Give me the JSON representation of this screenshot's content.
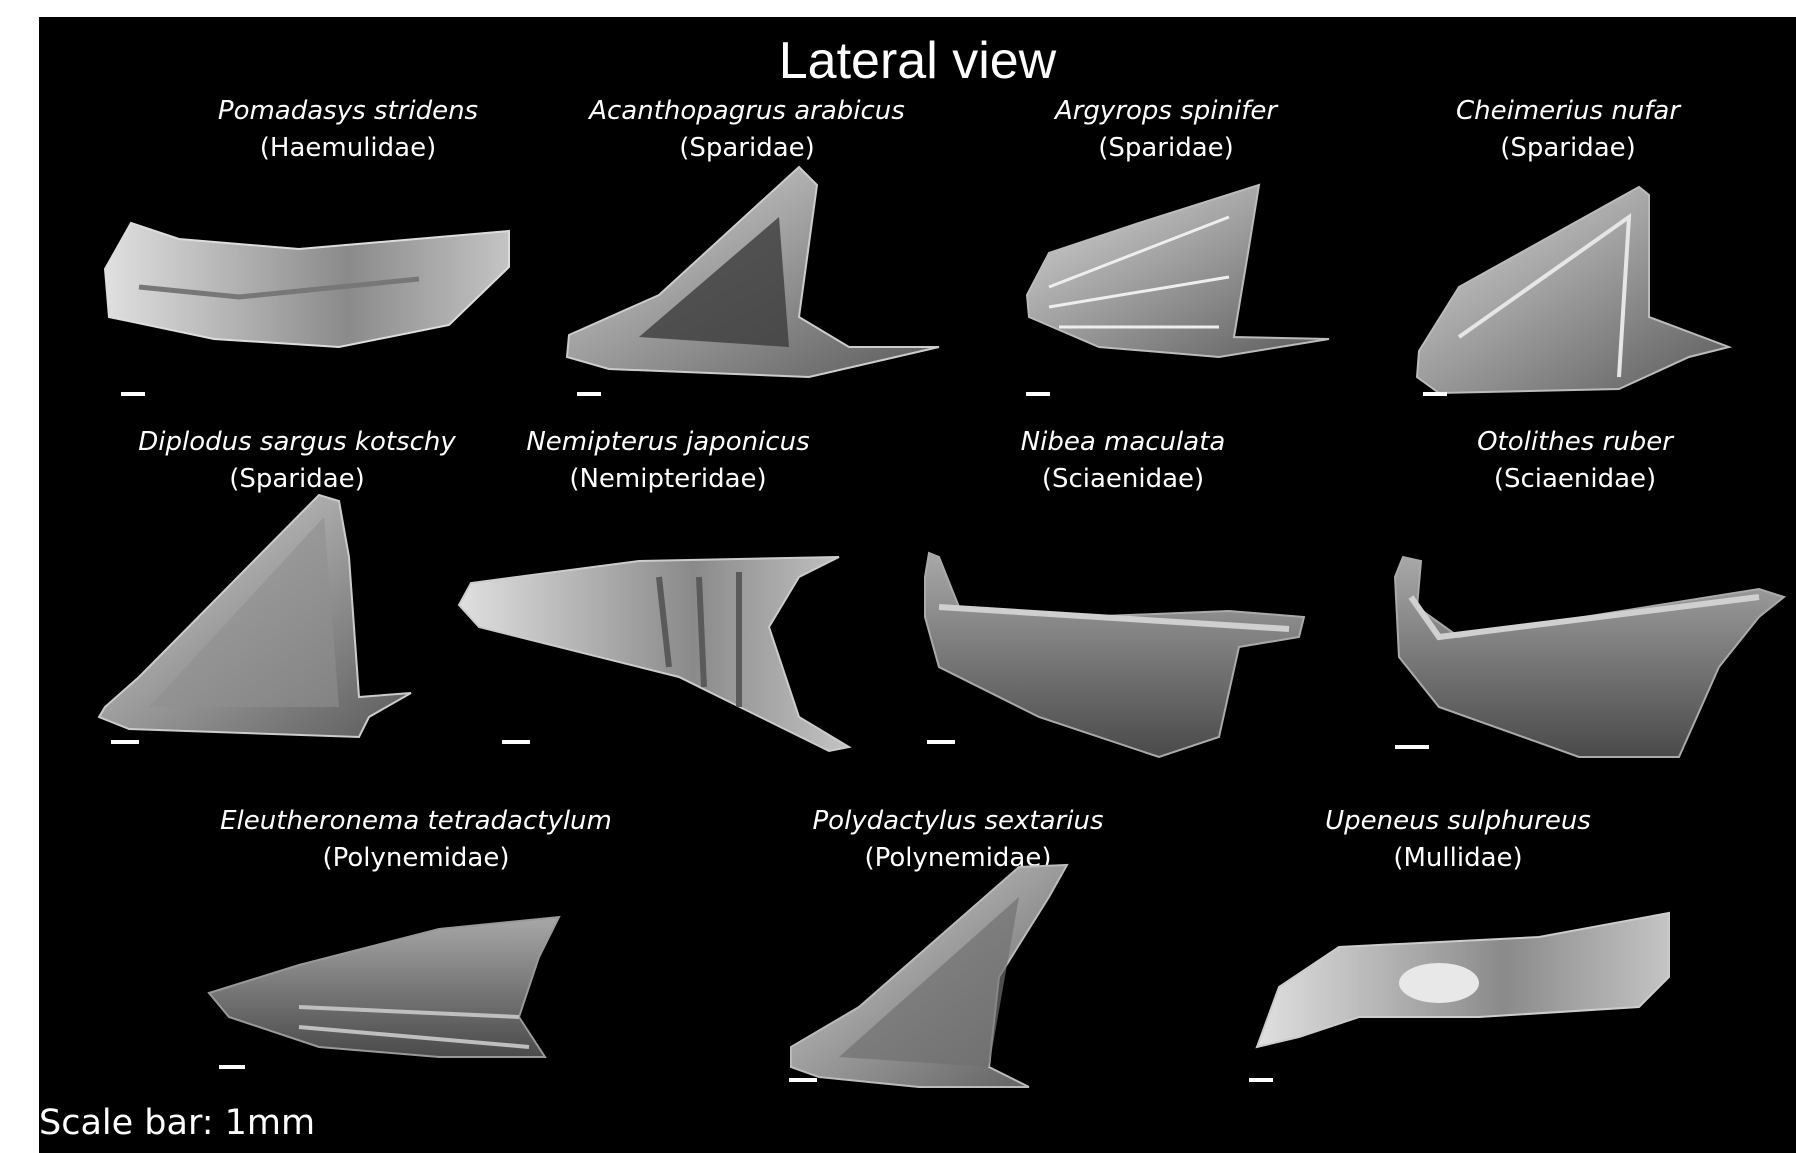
{
  "title": "Lateral view",
  "scale_note": "Scale bar: 1mm",
  "specimens": [
    {
      "species": "Pomadasys stridens",
      "family": "(Haemulidae)"
    },
    {
      "species": "Acanthopagrus arabicus",
      "family": "(Sparidae)"
    },
    {
      "species": "Argyrops spinifer",
      "family": "(Sparidae)"
    },
    {
      "species": "Cheimerius nufar",
      "family": "(Sparidae)"
    },
    {
      "species": "Diplodus sargus kotschy",
      "family": "(Sparidae)"
    },
    {
      "species": "Nemipterus japonicus",
      "family": "(Nemipteridae)"
    },
    {
      "species": "Nibea maculata",
      "family": "(Sciaenidae)"
    },
    {
      "species": "Otolithes ruber",
      "family": "(Sciaenidae)"
    },
    {
      "species": "Eleutheronema tetradactylum",
      "family": "(Polynemidae)"
    },
    {
      "species": "Polydactylus sextarius",
      "family": "(Polynemidae)"
    },
    {
      "species": "Upeneus sulphureus",
      "family": "(Mullidae)"
    }
  ],
  "colors": {
    "background": "#000000",
    "text": "#ffffff",
    "bone_light": "#c8c8c8",
    "bone_dark": "#555555"
  }
}
